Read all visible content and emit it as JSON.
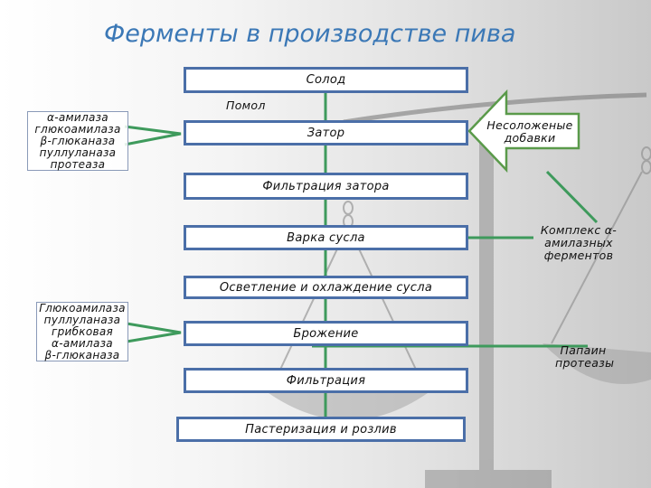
{
  "title": "Ферменты в производстве пива",
  "steps": [
    "Солод",
    "Затор",
    "Фильтрация затора",
    "Варка сусла",
    "Осветление и охлаждение сусла",
    "Брожение",
    "Фильтрация",
    "Пастеризация и розлив"
  ],
  "milling_label": "Помол",
  "adjuncts_label": "Несоложеные добавки",
  "enzymes_mash": [
    "α-амилаза",
    "глюкоамилаза",
    "β-глюканаза",
    "пуллуланаза",
    "протеаза"
  ],
  "enzymes_fermentation": [
    "Глюкоамилаза",
    "пуллуланаза",
    "грибковая",
    "α-амилаза",
    "β-глюканаза"
  ],
  "amylase_complex": "Комплекс α-амилазных ферментов",
  "papain_proteases": "Папаин протеазы",
  "colors": {
    "title": "#3b78b6",
    "step_border": "#4b6fa8",
    "arrow": "#3e9a5c",
    "adjunct_border": "#5a9a4a"
  }
}
